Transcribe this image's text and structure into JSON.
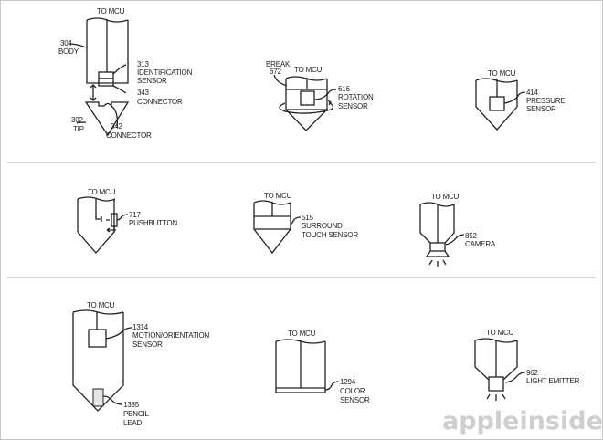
{
  "figures": {
    "id_sensor": {
      "to_mcu": "TO MCU",
      "body_num": "304",
      "body": "BODY",
      "id_num": "313",
      "id_l1": "IDENTIFICATION",
      "id_l2": "SENSOR",
      "conn_num": "343",
      "conn": "CONNECTOR",
      "tip_num": "302",
      "tip": "TIP",
      "tipconn_num": "342",
      "tipconn": "CONNECTOR"
    },
    "rotation": {
      "to_mcu": "TO MCU",
      "break": "BREAK",
      "break_num": "672",
      "num": "616",
      "l1": "ROTATION",
      "l2": "SENSOR"
    },
    "pressure": {
      "to_mcu": "TO MCU",
      "num": "414",
      "l1": "PRESSURE",
      "l2": "SENSOR"
    },
    "pushbutton": {
      "to_mcu": "TO MCU",
      "num": "717",
      "l1": "PUSHBUTTON"
    },
    "surround": {
      "to_mcu": "TO MCU",
      "num": "515",
      "l1": "SURROUND",
      "l2": "TOUCH SENSOR"
    },
    "camera": {
      "to_mcu": "TO MCU",
      "num": "852",
      "l1": "CAMERA"
    },
    "motion": {
      "to_mcu": "TO MCU",
      "num": "1314",
      "l1": "MOTION/ORIENTATION",
      "l2": "SENSOR",
      "lead_num": "1385",
      "lead_l1": "PENCIL",
      "lead_l2": "LEAD"
    },
    "color": {
      "to_mcu": "TO MCU",
      "num": "1294",
      "l1": "COLOR",
      "l2": "SENSOR"
    },
    "light": {
      "to_mcu": "TO MCU",
      "num": "962",
      "l1": "LIGHT EMITTER"
    }
  },
  "watermark": "appleinsider"
}
